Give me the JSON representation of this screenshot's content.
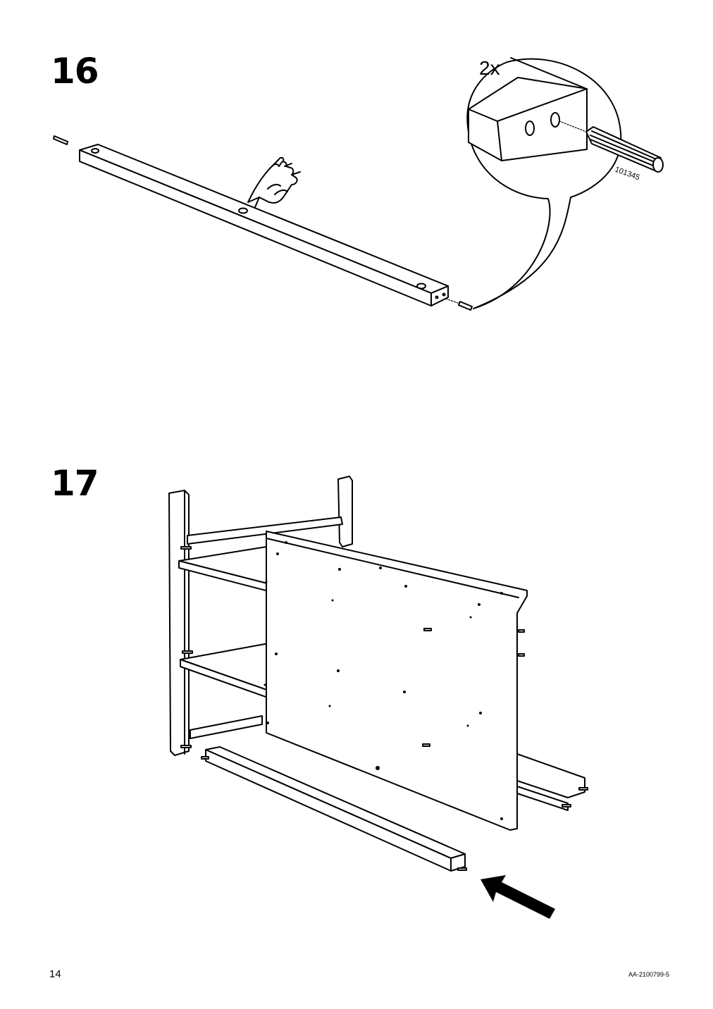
{
  "steps": [
    {
      "number": "16",
      "detail": {
        "quantity": "2x",
        "part_number": "101345"
      }
    },
    {
      "number": "17"
    }
  ],
  "footer": {
    "page_number": "14",
    "document_code": "AA-2100799-5"
  }
}
